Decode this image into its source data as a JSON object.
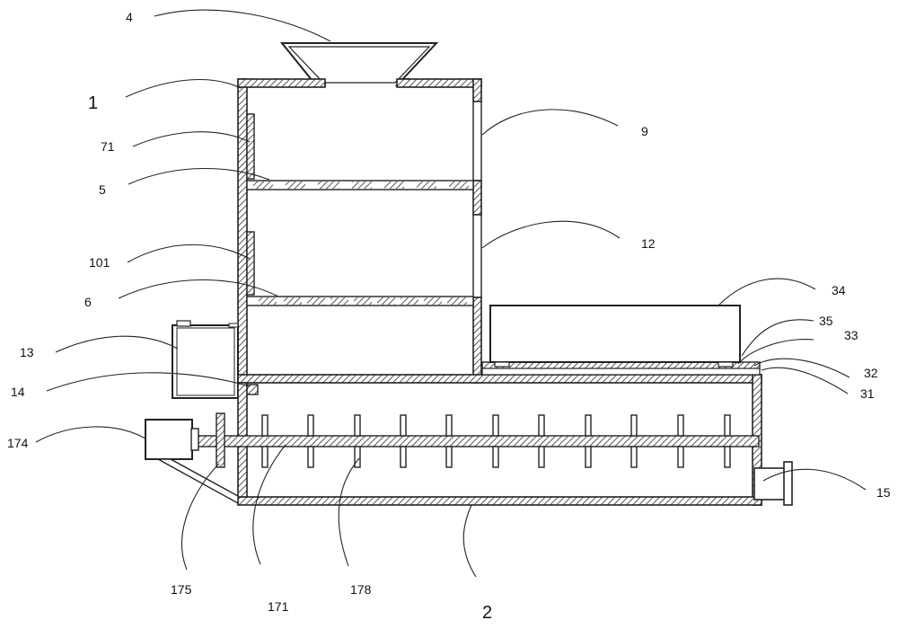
{
  "colors": {
    "line": "#222222",
    "hatch": "#555555",
    "background": "#ffffff"
  },
  "labels": {
    "l4": "4",
    "l1": "1",
    "l71": "71",
    "l5": "5",
    "l101": "101",
    "l6": "6",
    "l13": "13",
    "l14": "14",
    "l174": "174",
    "l175": "175",
    "l171": "171",
    "l178": "178",
    "l2": "2",
    "l9": "9",
    "l12": "12",
    "l34": "34",
    "l35": "35",
    "l33": "33",
    "l32": "32",
    "l31": "31",
    "l15": "15"
  }
}
